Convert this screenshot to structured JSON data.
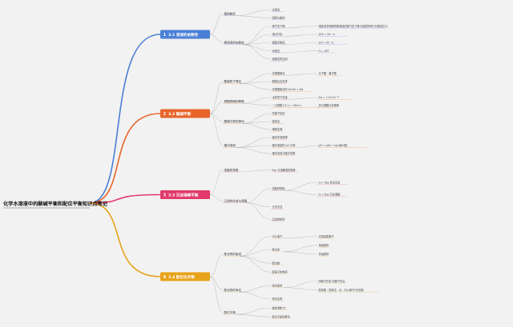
{
  "root": {
    "title": "化学水溶液中的酸碱平衡和配位平衡知识点笔记"
  },
  "branches": [
    {
      "num": "1",
      "label": "3.1 溶液的依数性",
      "color": "#4a7fd6",
      "children": [
        {
          "label": "基础概念",
          "children": [
            {
              "label": "分散系",
              "children": []
            },
            {
              "label": "溶液与胶体",
              "children": []
            }
          ]
        },
        {
          "label": "稀溶液的依数性",
          "children": [
            {
              "label": "蒸气压下降",
              "children": [
                {
                  "label": "难挥发非电解质稀溶液的蒸气压下降与溶质的摩尔分数成正比",
                  "children": []
                }
              ]
            },
            {
              "label": "沸点升高",
              "children": [
                {
                  "label": "ΔTb = Kb · b",
                  "children": []
                }
              ]
            },
            {
              "label": "凝固点降低",
              "children": [
                {
                  "label": "ΔTf = Kf · b",
                  "children": []
                }
              ]
            },
            {
              "label": "渗透压",
              "children": [
                {
                  "label": "Π = cRT",
                  "children": []
                }
              ]
            },
            {
              "label": "依数性的应用",
              "children": []
            }
          ]
        }
      ]
    },
    {
      "num": "2",
      "label": "3.2 酸碱平衡",
      "color": "#e8642a",
      "children": [
        {
          "label": "酸碱质子理论",
          "children": [
            {
              "label": "共轭酸碱对",
              "children": [
                {
                  "label": "分子酸 · 离子酸",
                  "children": []
                }
              ]
            },
            {
              "label": "酸碱反应实质",
              "children": []
            },
            {
              "label": "共轭酸碱对的 Ka·Kb = Kw",
              "children": []
            }
          ]
        },
        {
          "label": "弱酸弱碱的解离",
          "children": [
            {
              "label": "水的质子自递",
              "children": [
                {
                  "label": "Kw = 1.0×10⁻¹⁴",
                  "children": []
                }
              ]
            },
            {
              "label": "一元弱酸 [H⁺] = √(Ka·c)",
              "children": [
                {
                  "label": "多元弱酸分步解离",
                  "children": []
                }
              ]
            }
          ]
        },
        {
          "label": "酸碱平衡的移动",
          "children": [
            {
              "label": "同离子效应",
              "children": []
            },
            {
              "label": "盐效应",
              "children": []
            },
            {
              "label": "稀释定律",
              "children": []
            }
          ]
        },
        {
          "label": "缓冲溶液",
          "children": [
            {
              "label": "缓冲作用原理",
              "children": []
            },
            {
              "label": "缓冲溶液的 pH 计算",
              "children": [
                {
                  "label": "pH = pKa + lg(c碱/c酸)",
                  "children": []
                }
              ]
            },
            {
              "label": "缓冲容量与缓冲范围",
              "children": []
            }
          ]
        }
      ]
    },
    {
      "num": "3",
      "label": "3.3 沉淀溶解平衡",
      "color": "#e23a6a",
      "children": [
        {
          "label": "溶度积常数",
          "children": [
            {
              "label": "Ksp 与溶解度的换算",
              "children": []
            }
          ]
        },
        {
          "label": "沉淀的生成与溶解",
          "children": [
            {
              "label": "溶度积规则",
              "children": [
                {
                  "label": "Q > Ksp 析出沉淀",
                  "children": []
                },
                {
                  "label": "Q < Ksp 沉淀溶解",
                  "children": []
                }
              ]
            },
            {
              "label": "分步沉淀",
              "children": []
            },
            {
              "label": "沉淀的转化",
              "children": []
            }
          ]
        }
      ]
    },
    {
      "num": "4",
      "label": "3.4 配位化合物",
      "color": "#e8a21a",
      "children": [
        {
          "label": "配合物的组成",
          "children": [
            {
              "label": "中心离子",
              "children": [
                {
                  "label": "过渡金属离子",
                  "children": []
                }
              ]
            },
            {
              "label": "配位体",
              "children": [
                {
                  "label": "单齿配体",
                  "children": []
                },
                {
                  "label": "多齿配体",
                  "children": []
                }
              ]
            },
            {
              "label": "配位数",
              "children": []
            },
            {
              "label": "配离子的电荷",
              "children": []
            }
          ]
        },
        {
          "label": "配合物的命名",
          "children": [
            {
              "label": "命名原则",
              "children": [
                {
                  "label": "阴离子在前 阳离子在后",
                  "children": []
                },
                {
                  "label": "配体数 - 配体名 - 合 - 中心离子(氧化数)",
                  "children": []
                }
              ]
            },
            {
              "label": "命名实例",
              "children": []
            }
          ]
        },
        {
          "label": "配位平衡",
          "children": [
            {
              "label": "稳定常数 Kf",
              "children": []
            },
            {
              "label": "配位平衡的移动",
              "children": []
            }
          ]
        }
      ]
    }
  ]
}
